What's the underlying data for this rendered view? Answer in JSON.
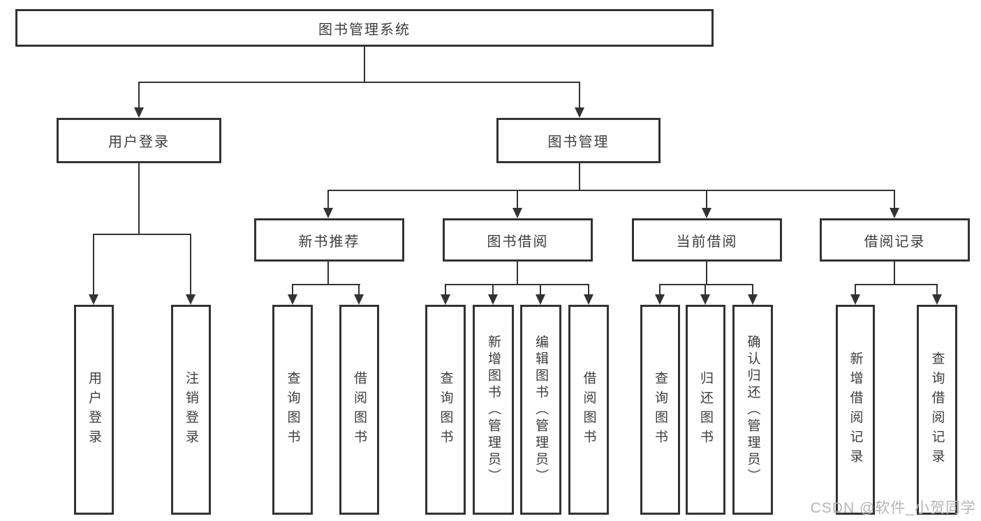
{
  "diagram": {
    "title": "图书管理系统",
    "watermark": "CSDN @软件_小贺同学",
    "colors": {
      "line": "#333333",
      "box_border": "#333333",
      "text": "#3d3d3d",
      "watermark": "#b5b5b5",
      "background": "#ffffff"
    },
    "nodes": {
      "root": {
        "label": "图书管理系统"
      },
      "level2": [
        {
          "label": "用户登录"
        },
        {
          "label": "图书管理"
        }
      ],
      "level3": [
        {
          "label": "新书推荐",
          "parent": "图书管理"
        },
        {
          "label": "图书借阅",
          "parent": "图书管理"
        },
        {
          "label": "当前借阅",
          "parent": "图书管理"
        },
        {
          "label": "借阅记录",
          "parent": "图书管理"
        }
      ],
      "leaves": [
        {
          "label": "用户登录",
          "parent": "用户登录"
        },
        {
          "label": "注销登录",
          "parent": "用户登录"
        },
        {
          "label": "查询图书",
          "parent": "新书推荐"
        },
        {
          "label": "借阅图书",
          "parent": "新书推荐"
        },
        {
          "label": "查询图书",
          "parent": "图书借阅"
        },
        {
          "label": "新增图书（管理员）",
          "parent": "图书借阅"
        },
        {
          "label": "编辑图书（管理员）",
          "parent": "图书借阅"
        },
        {
          "label": "借阅图书",
          "parent": "图书借阅"
        },
        {
          "label": "查询图书",
          "parent": "当前借阅"
        },
        {
          "label": "归还图书",
          "parent": "当前借阅"
        },
        {
          "label": "确认归还（管理员）",
          "parent": "当前借阅"
        },
        {
          "label": "新增借阅记录",
          "parent": "借阅记录"
        },
        {
          "label": "查询借阅记录",
          "parent": "借阅记录"
        }
      ]
    }
  }
}
